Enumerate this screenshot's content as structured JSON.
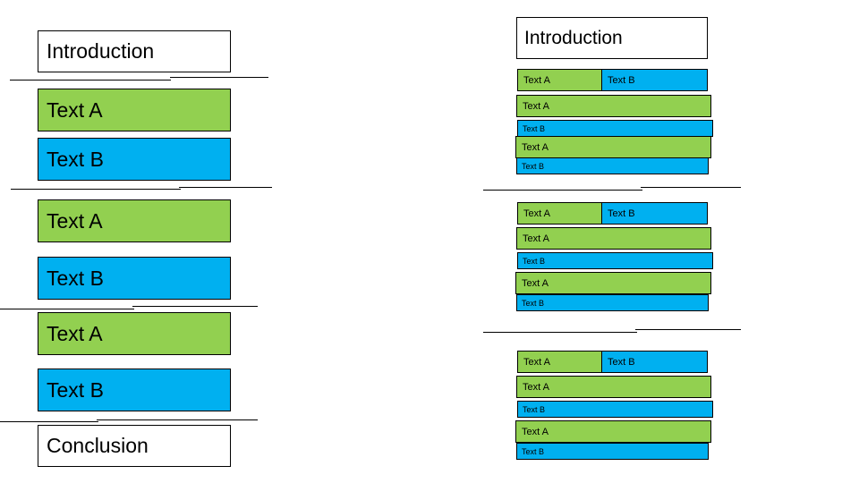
{
  "document": {
    "background_color": "#FFFFFF",
    "accent_green": "#92D050",
    "accent_blue": "#00B0F0",
    "outline_color": "#000000"
  },
  "labels": {
    "introduction": "Introduction",
    "conclusion": "Conclusion",
    "text_a": "Text A",
    "text_b": "Text B"
  },
  "left_column": {
    "name": "main-outline",
    "blocks": [
      {
        "label": "Introduction",
        "kind": "title"
      },
      {
        "label": "Text A",
        "kind": "green"
      },
      {
        "label": "Text B",
        "kind": "blue"
      },
      {
        "label": "Text A",
        "kind": "green"
      },
      {
        "label": "Text B",
        "kind": "blue"
      },
      {
        "label": "Text A",
        "kind": "green"
      },
      {
        "label": "Text B",
        "kind": "blue"
      },
      {
        "label": "Conclusion",
        "kind": "title"
      }
    ]
  },
  "right_column": {
    "name": "slide-thumbnails",
    "groups": [
      {
        "title": "Introduction",
        "split_row": {
          "left": "Text A",
          "right": "Text B"
        },
        "rows": [
          {
            "label": "Text A",
            "kind": "green"
          },
          {
            "label": "Text B",
            "kind": "blue"
          },
          {
            "label": "Text A",
            "kind": "green"
          },
          {
            "label": "Text B",
            "kind": "blue"
          }
        ]
      },
      {
        "title": "",
        "split_row": {
          "left": "Text A",
          "right": "Text B"
        },
        "rows": [
          {
            "label": "Text A",
            "kind": "green"
          },
          {
            "label": "Text B",
            "kind": "blue"
          },
          {
            "label": "Text A",
            "kind": "green"
          },
          {
            "label": "Text B",
            "kind": "blue"
          }
        ]
      },
      {
        "title": "",
        "split_row": {
          "left": "Text A",
          "right": "Text B"
        },
        "rows": [
          {
            "label": "Text A",
            "kind": "green"
          },
          {
            "label": "Text B",
            "kind": "blue"
          },
          {
            "label": "Text A",
            "kind": "green"
          },
          {
            "label": "Text B",
            "kind": "blue"
          }
        ]
      }
    ]
  }
}
